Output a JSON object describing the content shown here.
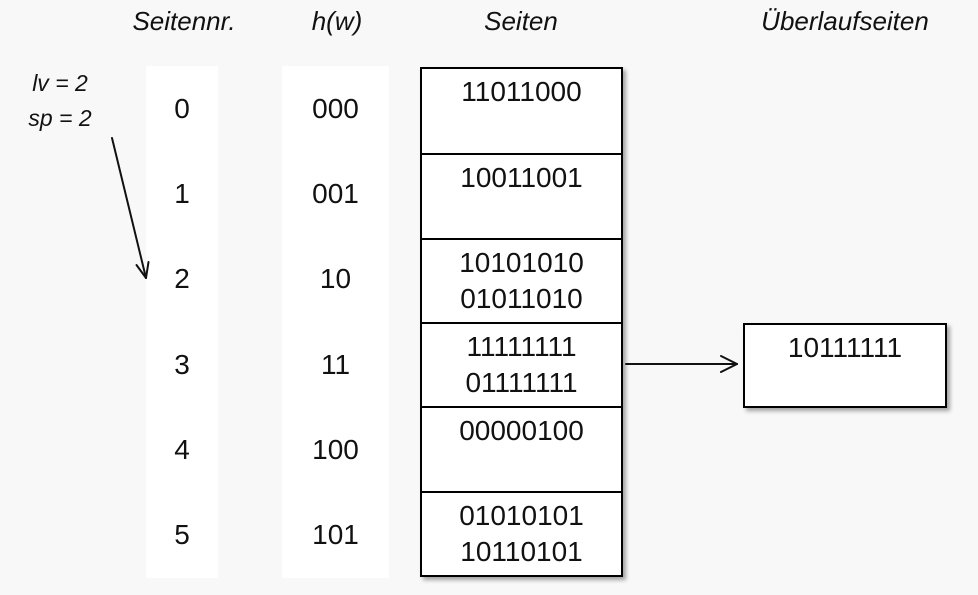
{
  "headers": {
    "page_number": "Seitennr.",
    "hash": "h(w)",
    "pages": "Seiten",
    "overflow_pages": "Überlaufseiten"
  },
  "annotation": {
    "line1": "lv = 2",
    "line2": "sp = 2",
    "points_to_page": "2"
  },
  "rows": [
    {
      "nr": "0",
      "hash": "000",
      "entries": [
        "11011000"
      ]
    },
    {
      "nr": "1",
      "hash": "001",
      "entries": [
        "10011001"
      ]
    },
    {
      "nr": "2",
      "hash": "10",
      "entries": [
        "10101010",
        "01011010"
      ]
    },
    {
      "nr": "3",
      "hash": "11",
      "entries": [
        "11111111",
        "01111111"
      ]
    },
    {
      "nr": "4",
      "hash": "100",
      "entries": [
        "00000100"
      ]
    },
    {
      "nr": "5",
      "hash": "101",
      "entries": [
        "01010101",
        "10110101"
      ]
    }
  ],
  "overflow_box": {
    "linked_from_page": "3",
    "entries": [
      "10111111"
    ]
  },
  "colors": {
    "background": "#f8f8f8",
    "panel": "#ffffff",
    "border": "#000000",
    "text": "#111111"
  }
}
